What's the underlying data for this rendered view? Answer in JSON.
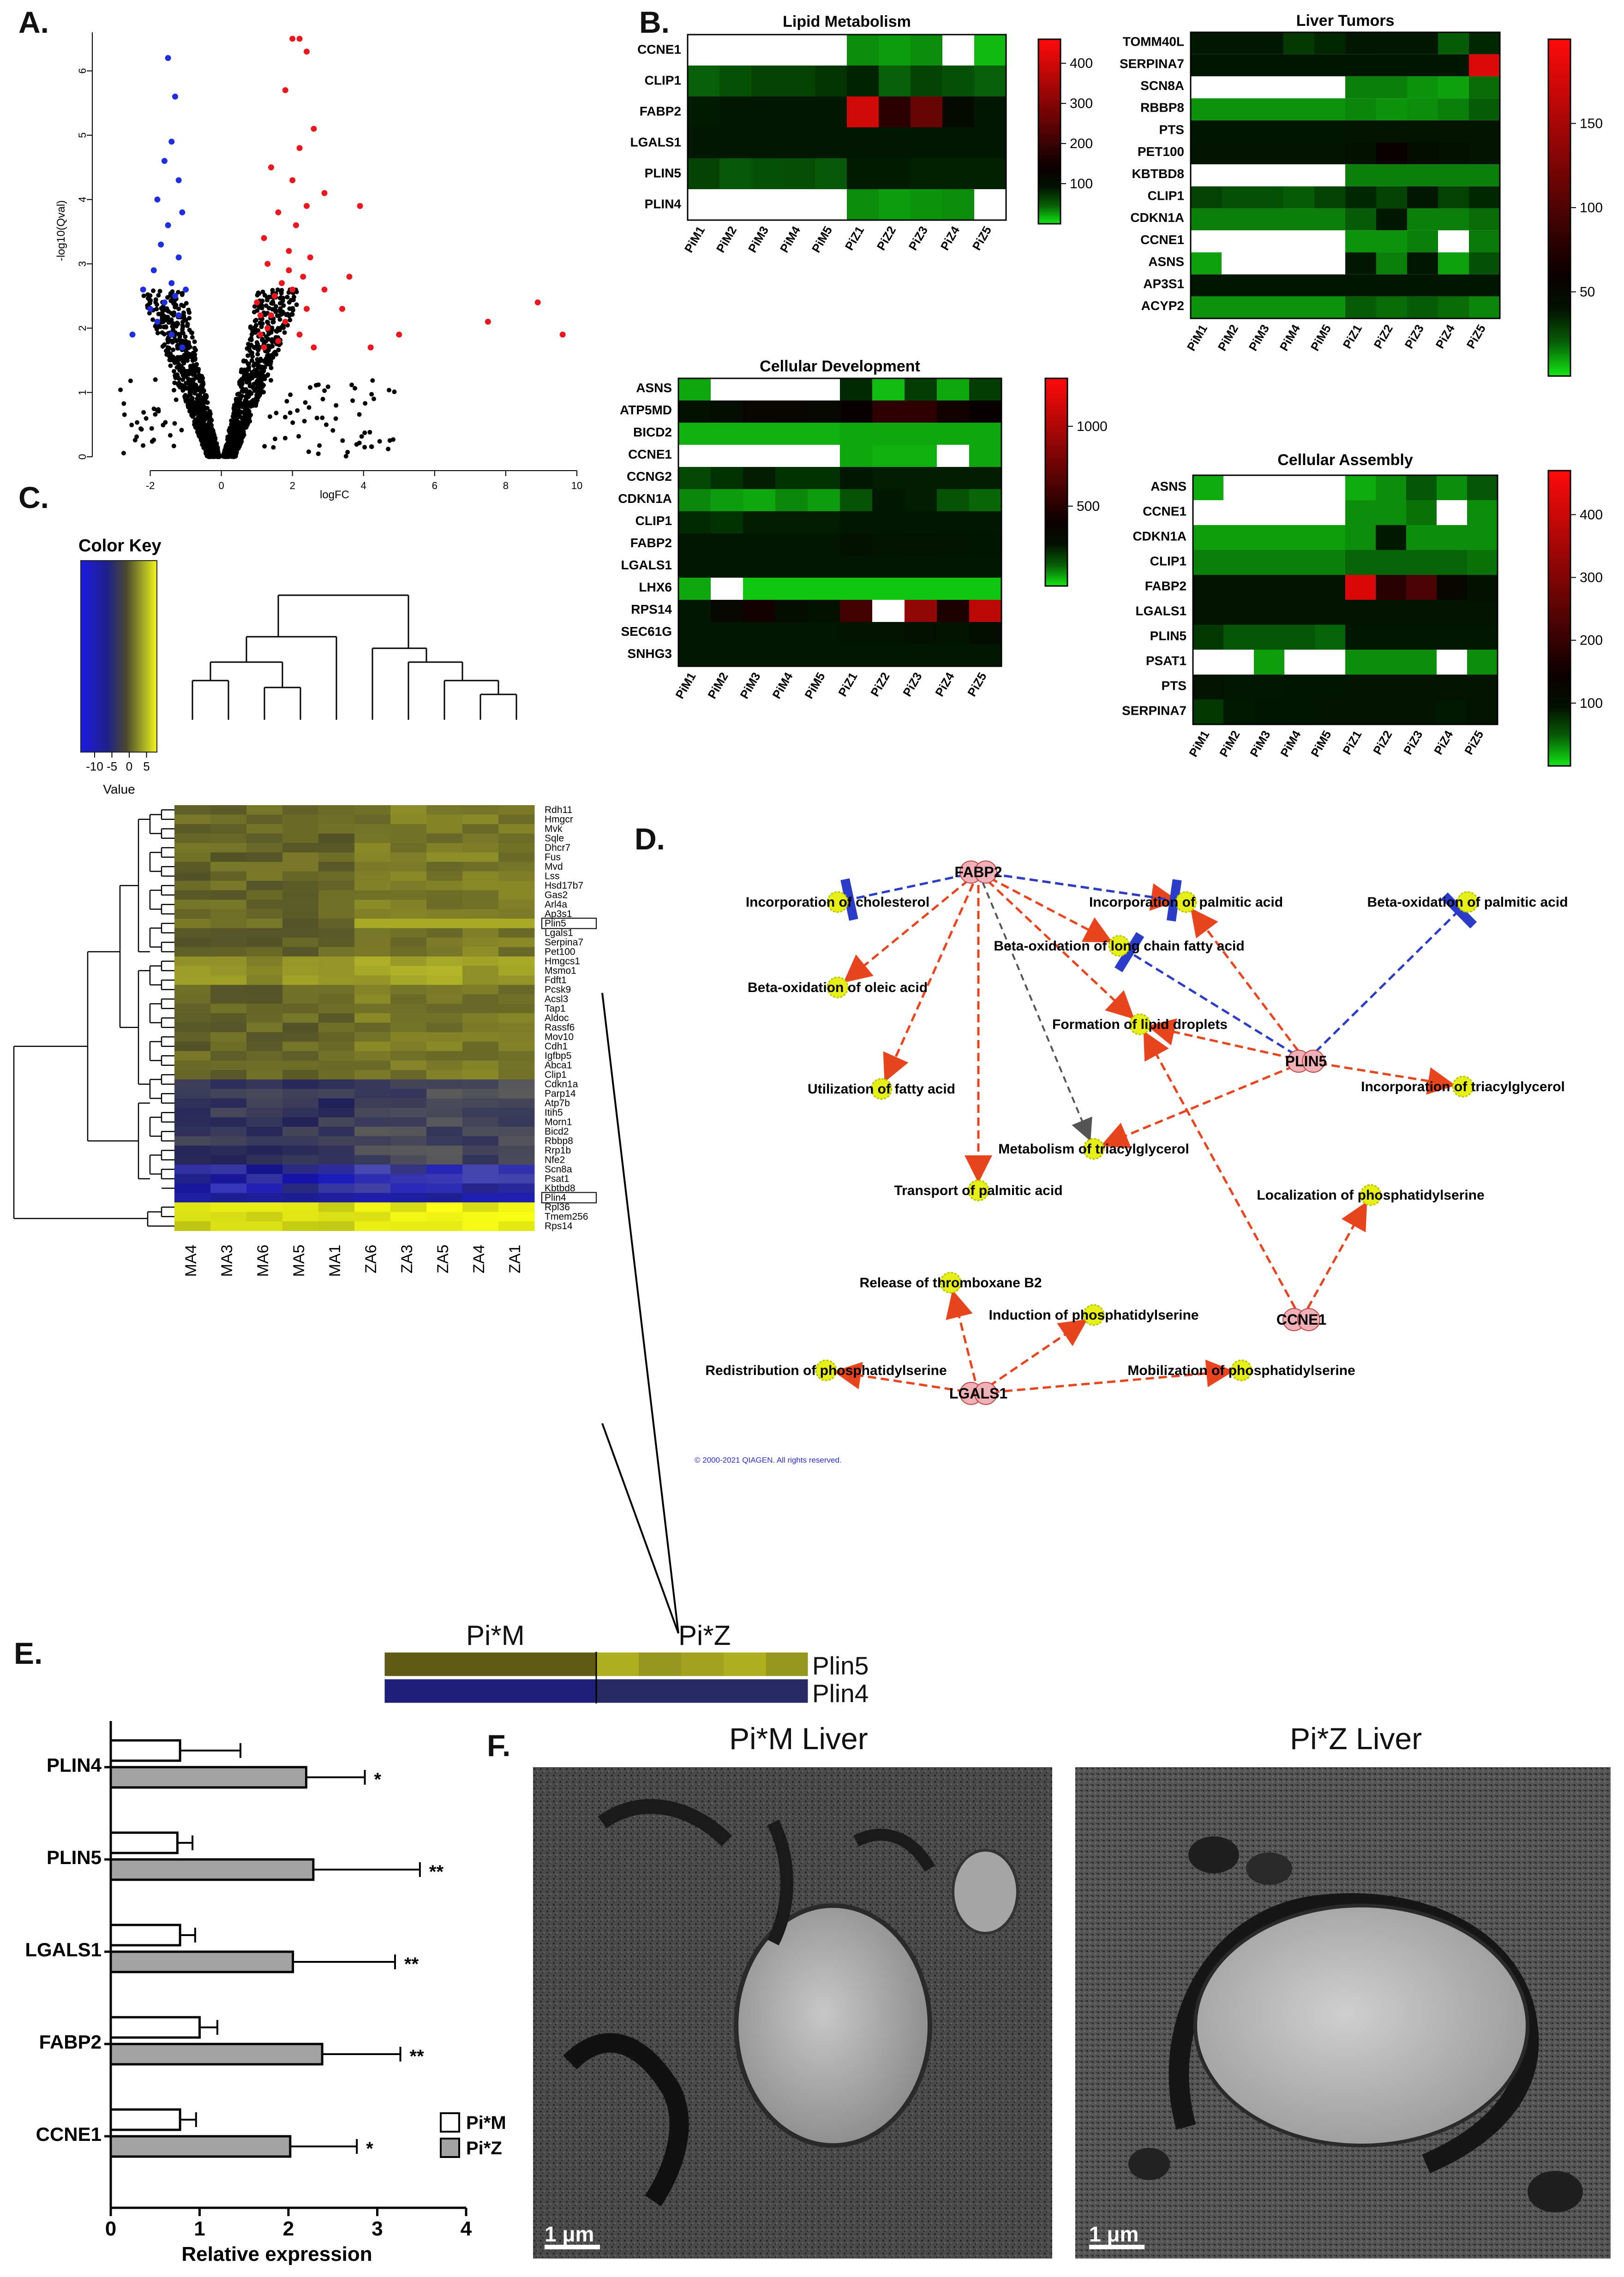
{
  "panels": {
    "a": "A.",
    "b": "B.",
    "c": "C.",
    "d": "D.",
    "e": "E.",
    "f": "F."
  },
  "chart_data": [
    {
      "id": "A",
      "type": "scatter",
      "title": "",
      "xlabel": "logFC",
      "ylabel": "-log10(Qval)",
      "xlim": [
        -3.5,
        10
      ],
      "ylim": [
        0,
        6.6
      ],
      "xticks": [
        -2,
        0,
        2,
        4,
        6,
        8,
        10
      ],
      "yticks": [
        0,
        1,
        2,
        3,
        4,
        5,
        6
      ],
      "colors": {
        "up": "#e8181e",
        "down": "#1f2ee0",
        "ns": "#000000"
      },
      "series": [
        {
          "group": "up",
          "points": [
            [
              2.0,
              6.5
            ],
            [
              2.2,
              6.5
            ],
            [
              2.4,
              6.3
            ],
            [
              1.8,
              5.7
            ],
            [
              2.6,
              5.1
            ],
            [
              2.2,
              4.8
            ],
            [
              1.4,
              4.5
            ],
            [
              2.0,
              4.3
            ],
            [
              2.9,
              4.1
            ],
            [
              2.4,
              3.9
            ],
            [
              3.9,
              3.9
            ],
            [
              1.6,
              3.8
            ],
            [
              2.1,
              3.6
            ],
            [
              1.2,
              3.4
            ],
            [
              1.9,
              3.2
            ],
            [
              2.5,
              3.1
            ],
            [
              1.3,
              3.0
            ],
            [
              2.3,
              2.8
            ],
            [
              1.7,
              2.7
            ],
            [
              2.0,
              2.6
            ],
            [
              1.5,
              2.5
            ],
            [
              2.4,
              2.3
            ],
            [
              1.1,
              2.2
            ],
            [
              1.8,
              2.1
            ],
            [
              1.3,
              2.0
            ],
            [
              2.2,
              1.9
            ],
            [
              1.6,
              1.8
            ],
            [
              1.0,
              2.4
            ],
            [
              1.2,
              1.7
            ],
            [
              2.6,
              1.7
            ],
            [
              3.4,
              2.3
            ],
            [
              3.6,
              2.8
            ],
            [
              2.9,
              2.6
            ],
            [
              4.2,
              1.7
            ],
            [
              5.0,
              1.9
            ],
            [
              7.5,
              2.1
            ],
            [
              8.9,
              2.4
            ],
            [
              9.6,
              1.9
            ],
            [
              1.1,
              1.9
            ],
            [
              1.4,
              2.2
            ],
            [
              1.9,
              2.9
            ]
          ]
        },
        {
          "group": "down",
          "points": [
            [
              -1.5,
              6.2
            ],
            [
              -1.3,
              5.6
            ],
            [
              -1.4,
              4.9
            ],
            [
              -1.6,
              4.6
            ],
            [
              -1.2,
              4.3
            ],
            [
              -1.8,
              4.0
            ],
            [
              -1.1,
              3.8
            ],
            [
              -1.5,
              3.6
            ],
            [
              -1.7,
              3.3
            ],
            [
              -1.2,
              3.1
            ],
            [
              -1.9,
              2.9
            ],
            [
              -1.4,
              2.7
            ],
            [
              -1.0,
              2.6
            ],
            [
              -1.6,
              2.4
            ],
            [
              -2.2,
              2.6
            ],
            [
              -1.2,
              2.2
            ],
            [
              -1.8,
              2.1
            ],
            [
              -2.5,
              1.9
            ],
            [
              -1.4,
              1.9
            ],
            [
              -1.1,
              1.7
            ],
            [
              -2.0,
              2.3
            ],
            [
              -1.3,
              2.5
            ]
          ]
        }
      ]
    },
    {
      "id": "B-lipid",
      "type": "heatmap",
      "title": "Lipid Metabolism",
      "columns": [
        "PiM1",
        "PiM2",
        "PiM3",
        "PiM4",
        "PiM5",
        "PiZ1",
        "PiZ2",
        "PiZ3",
        "PiZ4",
        "PiZ5"
      ],
      "rows": [
        "CCNE1",
        "CLIP1",
        "FABP2",
        "LGALS1",
        "PLIN5",
        "PLIN4"
      ],
      "colorbar_ticks": [
        100,
        200,
        300,
        400
      ],
      "range": [
        0,
        460
      ],
      "values": [
        [
          null,
          null,
          null,
          null,
          null,
          30,
          25,
          30,
          null,
          15
        ],
        [
          45,
          50,
          55,
          55,
          60,
          65,
          45,
          55,
          50,
          45
        ],
        [
          68,
          72,
          70,
          70,
          70,
          400,
          180,
          260,
          110,
          75
        ],
        [
          72,
          72,
          72,
          72,
          72,
          72,
          70,
          72,
          72,
          72
        ],
        [
          55,
          48,
          50,
          52,
          48,
          68,
          68,
          66,
          66,
          66
        ],
        [
          null,
          null,
          null,
          null,
          null,
          30,
          25,
          28,
          30,
          null
        ]
      ]
    },
    {
      "id": "B-liver",
      "type": "heatmap",
      "title": "Liver Tumors",
      "columns": [
        "PiM1",
        "PiM2",
        "PiM3",
        "PiM4",
        "PiM5",
        "PiZ1",
        "PiZ2",
        "PiZ3",
        "PiZ4",
        "PiZ5"
      ],
      "rows": [
        "TOMM40L",
        "SERPINA7",
        "SCN8A",
        "RBBP8",
        "PTS",
        "PET100",
        "KBTBD8",
        "CLIP1",
        "CDKN1A",
        "CCNE1",
        "ASNS",
        "AP3S1",
        "ACYP2"
      ],
      "colorbar_ticks": [
        50,
        100,
        150
      ],
      "range": [
        0,
        200
      ],
      "values": [
        [
          30,
          30,
          30,
          25,
          28,
          32,
          30,
          30,
          20,
          28
        ],
        [
          33,
          33,
          33,
          33,
          33,
          33,
          33,
          33,
          33,
          180
        ],
        [
          null,
          null,
          null,
          null,
          null,
          15,
          15,
          12,
          10,
          18
        ],
        [
          12,
          12,
          12,
          12,
          12,
          14,
          12,
          13,
          15,
          20
        ],
        [
          33,
          33,
          33,
          33,
          33,
          35,
          35,
          35,
          35,
          35
        ],
        [
          35,
          35,
          35,
          35,
          35,
          40,
          60,
          45,
          40,
          35
        ],
        [
          null,
          null,
          null,
          null,
          null,
          15,
          15,
          15,
          15,
          15
        ],
        [
          24,
          22,
          22,
          20,
          24,
          28,
          24,
          32,
          24,
          28
        ],
        [
          15,
          15,
          15,
          15,
          15,
          20,
          30,
          15,
          15,
          18
        ],
        [
          null,
          null,
          null,
          null,
          null,
          12,
          12,
          15,
          null,
          16
        ],
        [
          10,
          null,
          null,
          null,
          null,
          30,
          15,
          32,
          10,
          22
        ],
        [
          33,
          33,
          33,
          33,
          33,
          33,
          33,
          33,
          33,
          33
        ],
        [
          12,
          12,
          12,
          12,
          12,
          20,
          18,
          20,
          18,
          14
        ]
      ]
    },
    {
      "id": "B-dev",
      "type": "heatmap",
      "title": "Cellular Development",
      "columns": [
        "PiM1",
        "PiM2",
        "PiM3",
        "PiM4",
        "PiM5",
        "PiZ1",
        "PiZ2",
        "PiZ3",
        "PiZ4",
        "PiZ5"
      ],
      "rows": [
        "ASNS",
        "ATP5MD",
        "BICD2",
        "CCNE1",
        "CCNG2",
        "CDKN1A",
        "CLIP1",
        "FABP2",
        "LGALS1",
        "LHX6",
        "RPS14",
        "SEC61G",
        "SNHG3"
      ],
      "colorbar_ticks": [
        500,
        1000
      ],
      "range": [
        0,
        1300
      ],
      "values": [
        [
          60,
          null,
          null,
          null,
          null,
          180,
          40,
          160,
          60,
          160
        ],
        [
          260,
          300,
          360,
          340,
          330,
          380,
          520,
          520,
          420,
          380
        ],
        [
          50,
          50,
          50,
          50,
          50,
          60,
          60,
          60,
          60,
          60
        ],
        [
          null,
          null,
          null,
          null,
          null,
          60,
          50,
          50,
          null,
          60
        ],
        [
          150,
          170,
          190,
          170,
          170,
          200,
          190,
          190,
          190,
          190
        ],
        [
          90,
          70,
          60,
          90,
          70,
          140,
          200,
          190,
          140,
          120
        ],
        [
          180,
          170,
          190,
          190,
          190,
          200,
          200,
          200,
          200,
          200
        ],
        [
          210,
          210,
          210,
          210,
          210,
          260,
          230,
          240,
          230,
          220
        ],
        [
          210,
          210,
          210,
          210,
          210,
          210,
          210,
          210,
          210,
          210
        ],
        [
          60,
          null,
          30,
          30,
          30,
          30,
          30,
          30,
          30,
          30
        ],
        [
          210,
          330,
          420,
          300,
          260,
          600,
          null,
          900,
          460,
          1050
        ],
        [
          210,
          210,
          210,
          210,
          210,
          230,
          230,
          260,
          230,
          280
        ],
        [
          200,
          210,
          210,
          210,
          210,
          210,
          210,
          210,
          210,
          210
        ]
      ]
    },
    {
      "id": "B-assembly",
      "type": "heatmap",
      "title": "Cellular Assembly",
      "columns": [
        "PiM1",
        "PiM2",
        "PiM3",
        "PiM4",
        "PiM5",
        "PiZ1",
        "PiZ2",
        "PiZ3",
        "PiZ4",
        "PiZ5"
      ],
      "rows": [
        "ASNS",
        "CCNE1",
        "CDKN1A",
        "CLIP1",
        "FABP2",
        "LGALS1",
        "PLIN5",
        "PSAT1",
        "PTS",
        "SERPINA7"
      ],
      "colorbar_ticks": [
        100,
        200,
        300,
        400
      ],
      "range": [
        0,
        470
      ],
      "values": [
        [
          20,
          null,
          null,
          null,
          null,
          20,
          30,
          50,
          30,
          50
        ],
        [
          null,
          null,
          null,
          null,
          null,
          30,
          30,
          40,
          null,
          30
        ],
        [
          25,
          25,
          25,
          25,
          25,
          30,
          70,
          30,
          30,
          30
        ],
        [
          35,
          35,
          35,
          35,
          35,
          45,
          45,
          45,
          45,
          40
        ],
        [
          85,
          85,
          85,
          85,
          85,
          420,
          180,
          230,
          120,
          90
        ],
        [
          85,
          85,
          85,
          85,
          85,
          85,
          85,
          85,
          85,
          85
        ],
        [
          60,
          50,
          50,
          50,
          45,
          75,
          75,
          75,
          75,
          75
        ],
        [
          null,
          null,
          25,
          null,
          null,
          30,
          30,
          30,
          null,
          30
        ],
        [
          85,
          75,
          75,
          80,
          80,
          85,
          85,
          85,
          85,
          85
        ],
        [
          60,
          70,
          80,
          80,
          85,
          85,
          85,
          85,
          70,
          85
        ]
      ]
    },
    {
      "id": "C",
      "type": "heatmap",
      "title": "Color Key",
      "colorbar_label": "Value",
      "colorbar_ticks": [
        -10,
        -5,
        0,
        5
      ],
      "columns": [
        "MA4",
        "MA3",
        "MA6",
        "MA5",
        "MA1",
        "ZA6",
        "ZA3",
        "ZA5",
        "ZA4",
        "ZA1"
      ],
      "rows": [
        "Rdh11",
        "Hmgcr",
        "Mvk",
        "Sqle",
        "Dhcr7",
        "Fus",
        "Mvd",
        "Lss",
        "Hsd17b7",
        "Gas2",
        "Arl4a",
        "Ap3s1",
        "Plin5",
        "Lgals1",
        "Serpina7",
        "Pet100",
        "Hmgcs1",
        "Msmo1",
        "Fdft1",
        "Pcsk9",
        "Acsl3",
        "Tap1",
        "Aldoc",
        "Rassf6",
        "Mov10",
        "Cdh1",
        "Igfbp5",
        "Abca1",
        "Clip1",
        "Cdkn1a",
        "Parp14",
        "Atp7b",
        "Itih5",
        "Morn1",
        "Bicd2",
        "Rbbp8",
        "Rrp1b",
        "Nfe2",
        "Scn8a",
        "Psat1",
        "Kbtbd8",
        "Plin4",
        "Rpl36",
        "Tmem256",
        "Rps14"
      ],
      "boxed_rows": [
        "Plin5",
        "Plin4"
      ]
    },
    {
      "id": "E",
      "type": "bar",
      "orientation": "horizontal",
      "xlabel": "Relative expression",
      "xlim": [
        0,
        4
      ],
      "xticks": [
        0,
        1,
        2,
        3,
        4
      ],
      "categories": [
        "PLIN4",
        "PLIN5",
        "LGALS1",
        "FABP2",
        "CCNE1"
      ],
      "series": [
        {
          "name": "Pi*M",
          "values": [
            0.78,
            0.75,
            0.78,
            1.0,
            0.78
          ],
          "errors": [
            0.68,
            0.17,
            0.17,
            0.2,
            0.18
          ]
        },
        {
          "name": "Pi*Z",
          "values": [
            2.2,
            2.28,
            2.05,
            2.38,
            2.02
          ],
          "errors": [
            0.66,
            1.2,
            1.15,
            0.88,
            0.75
          ]
        }
      ],
      "significance": [
        "*",
        "**",
        "**",
        "**",
        "*"
      ]
    }
  ],
  "inset": {
    "left_label": "Pi*M",
    "right_label": "Pi*Z",
    "rows": [
      "Plin5",
      "Plin4"
    ]
  },
  "network": {
    "nodes": {
      "fabp2": "FABP2",
      "plin5": "PLIN5",
      "ccne1": "CCNE1",
      "lgals1": "LGALS1"
    },
    "functions": {
      "inc_chol": "Incorporation of cholesterol",
      "inc_palm": "Incorporation of palmitic acid",
      "beta_palm": "Beta-oxidation of palmitic acid",
      "beta_lcfa": "Beta-oxidation of long chain fatty acid",
      "beta_oleic": "Beta-oxidation of oleic acid",
      "lipid_drop": "Formation of lipid droplets",
      "inc_tag": "Incorporation of triacylglycerol",
      "util_fa": "Utilization of fatty acid",
      "metab_tag": "Metabolism of triacylglycerol",
      "transp_palm": "Transport of palmitic acid",
      "loc_ps": "Localization of phosphatidylserine",
      "rel_txb2": "Release of thromboxane B2",
      "ind_ps": "Induction of phosphatidylserine",
      "redist_ps": "Redistribution of phosphatidylserine",
      "mob_ps": "Mobilization of phosphatidylserine"
    },
    "copyright": "© 2000-2021 QIAGEN. All rights reserved.",
    "colors": {
      "activation": "#e8441e",
      "inhibition": "#2a3cc8",
      "unknown": "#555555",
      "node": "#f0b0b6",
      "function": "#e6f016"
    }
  },
  "micrographs": {
    "left_title": "Pi*M Liver",
    "right_title": "Pi*Z Liver",
    "scale": "1 μm"
  }
}
